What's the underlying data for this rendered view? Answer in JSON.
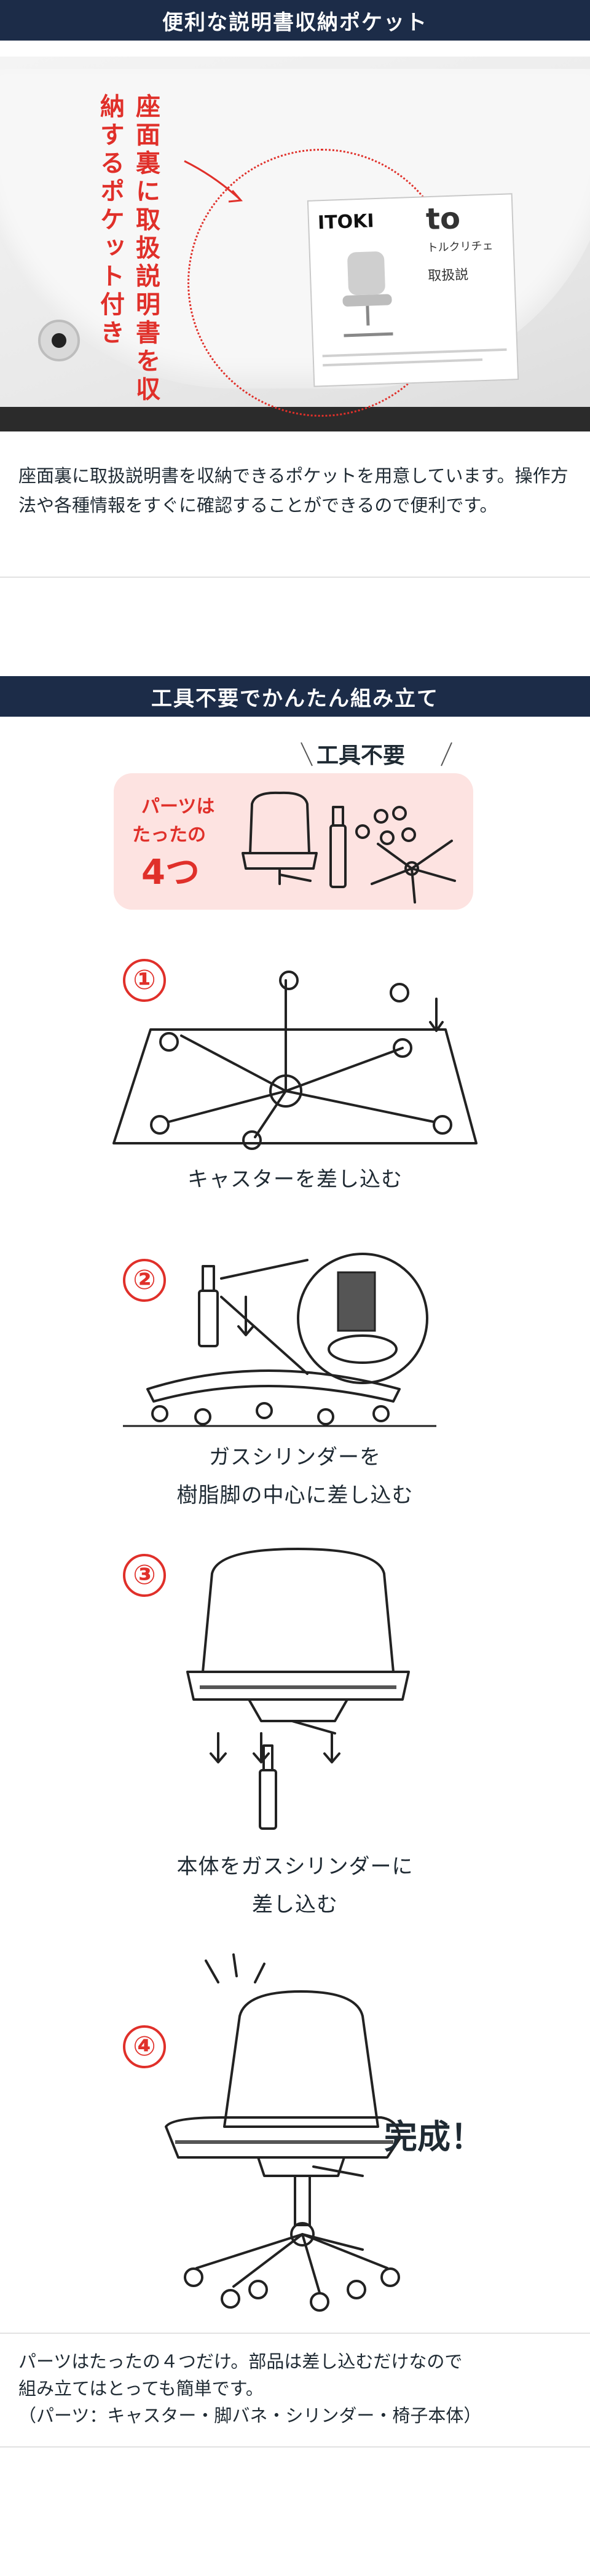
{
  "pocket_section": {
    "banner": "便利な説明書収納ポケット",
    "photo_label": "座面裏に取扱説明書を収納するポケット付き",
    "manual_brand": "ITOKI",
    "manual_logo": "to",
    "manual_subtitle": "トルクリチェ",
    "manual_heading": "取扱説",
    "description": "座面裏に取扱説明書を収納できるポケットを用意しています。操作方法や各種情報をすぐに確認することができるので便利です。"
  },
  "assembly_section": {
    "banner": "工具不要でかんたん組み立て",
    "tool_free_label": "工具不要",
    "parts_text_line1": "パーツは",
    "parts_text_line2": "たったの",
    "parts_count": "4つ",
    "steps": [
      {
        "number": "①",
        "caption_lines": [
          "キャスターを差し込む"
        ]
      },
      {
        "number": "②",
        "caption_lines": [
          "ガスシリンダーを",
          "樹脂脚の中心に差し込む"
        ]
      },
      {
        "number": "③",
        "caption_lines": [
          "本体をガスシリンダーに",
          "差し込む"
        ]
      },
      {
        "number": "④",
        "caption_lines": []
      }
    ],
    "complete_label": "完成！",
    "summary_line1": "パーツはたったの４つだけ。部品は差し込むだけなので",
    "summary_line2": "組み立てはとっても簡単です。",
    "summary_line3": "（パーツ：キャスター・脚バネ・シリンダー・椅子本体）"
  },
  "colors": {
    "banner": "#1c2c48",
    "accent_red": "#e0302a",
    "pink_box": "#fde3e1"
  }
}
